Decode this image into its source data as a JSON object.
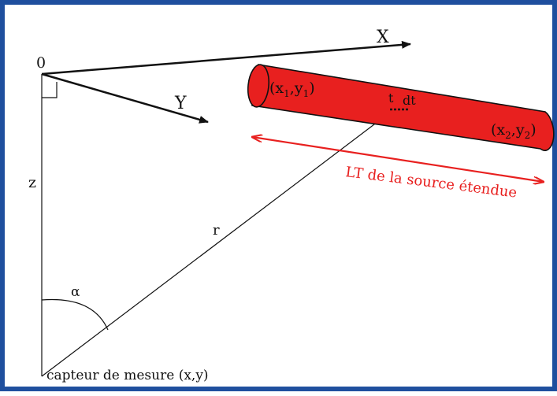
{
  "colors": {
    "frame": "#1f4f9e",
    "source": "#e8201f",
    "arrow": "#e8201f",
    "ink": "#111111"
  },
  "labels": {
    "origin": "0",
    "axis_x": "X",
    "axis_y": "Y",
    "axis_z": "z",
    "distance_r": "r",
    "angle_alpha": "α",
    "sensor": "capteur de mesure (x,y)",
    "element_t": "t",
    "element_dt": "dt",
    "end1": {
      "base": "(x",
      "sub": "1",
      "mid": ",y",
      "sub2": "1",
      "close": ")"
    },
    "end2": {
      "base": "(x",
      "sub": "2",
      "mid": ",y",
      "sub2": "2",
      "close": ")"
    },
    "length_label": "LT de la source étendue"
  }
}
